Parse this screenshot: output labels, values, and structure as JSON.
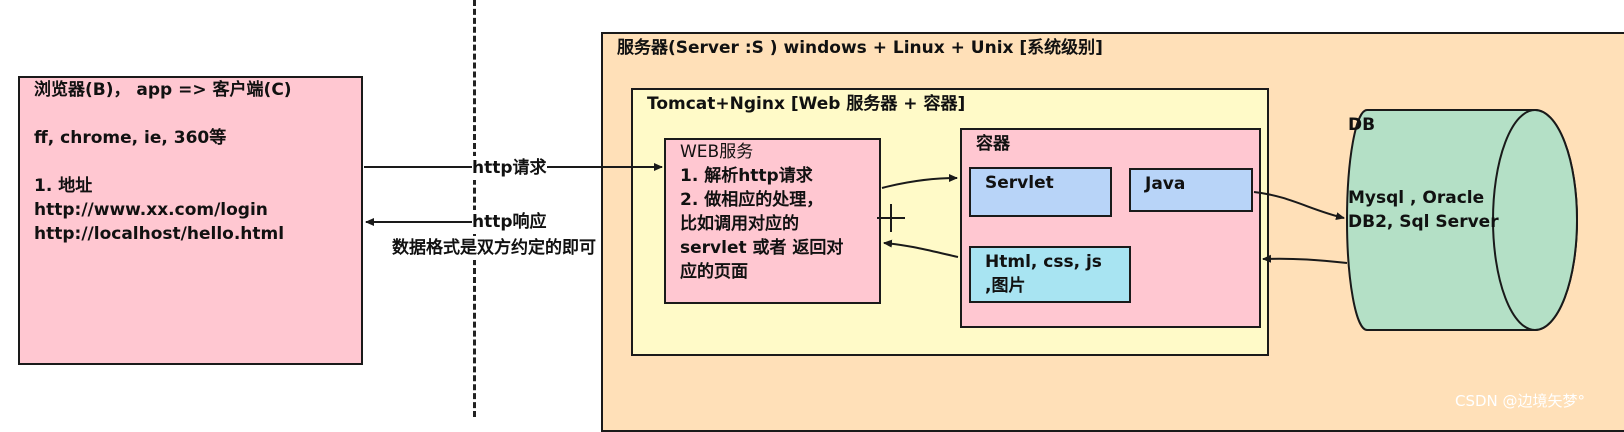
{
  "browser": {
    "lines": [
      "浏览器(B)， app => 客户端(C)",
      "",
      "ff, chrome, ie, 360等",
      "",
      "1. 地址",
      "http://www.xx.com/login",
      "http://localhost/hello.html"
    ]
  },
  "arrows": {
    "request_label": "http请求",
    "response_label": "http响应",
    "response_note": "数据格式是双方约定的即可"
  },
  "server": {
    "title": "服务器(Server :S ) windows + Linux + Unix [系统级别]",
    "tomcat": {
      "title": "Tomcat+Nginx [Web 服务器 + 容器]",
      "web_service": {
        "title": "WEB服务",
        "lines": [
          "1. 解析http请求",
          "2. 做相应的处理，",
          "比如调用对应的",
          "servlet 或者 返回对",
          "应的页面"
        ]
      },
      "container": {
        "title": "容器",
        "servlet": "Servlet",
        "java": "Java",
        "html_lines": [
          "Html, css, js",
          ",图片"
        ]
      }
    },
    "db": {
      "title": "DB",
      "lines": [
        "Mysql , Oracle",
        "DB2, Sql Server"
      ]
    }
  },
  "watermark": "CSDN @边境矢梦°",
  "colors": {
    "pink": "#ffc7d1",
    "orange": "#ffe0b8",
    "yellow": "#fffac8",
    "blue": "#b8d4f8",
    "cyan": "#a8e4f2",
    "green": "#b4e0c6"
  }
}
